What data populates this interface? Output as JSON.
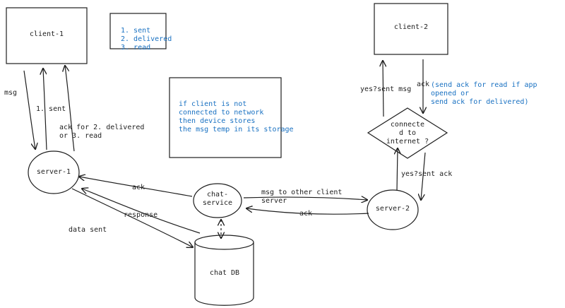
{
  "nodes": {
    "client1": "client-1",
    "client2": "client-2",
    "server1": "server-1",
    "server2": "server-2",
    "chat_service": "chat-\nservice",
    "chat_db": "chat DB",
    "decision": "connecte\nd to\ninternet ?"
  },
  "notes": {
    "status_list": "1. sent\n2. delivered\n3. read",
    "offline_note": "if client is not\nconnected to network\nthen device stores\nthe msg temp in its storage",
    "ack_note": "(send ack for read if app opened or\nsend ack for delivered)"
  },
  "edge_labels": {
    "msg": "msg",
    "sent": "1. sent",
    "ack_delivered_read": "ack for 2. delivered\nor 3. read",
    "ack_left": "ack",
    "response": "response",
    "data_sent": "data sent",
    "msg_to_other": "msg to other client\nserver",
    "ack_right": "ack",
    "yes_sent_msg": "yes?sent msg",
    "ack_top": "ack",
    "yes_sent_ack": "yes?sent ack"
  },
  "colors": {
    "stroke": "#1e1e1e",
    "note_text": "#1971c2",
    "background": "#ffffff"
  }
}
